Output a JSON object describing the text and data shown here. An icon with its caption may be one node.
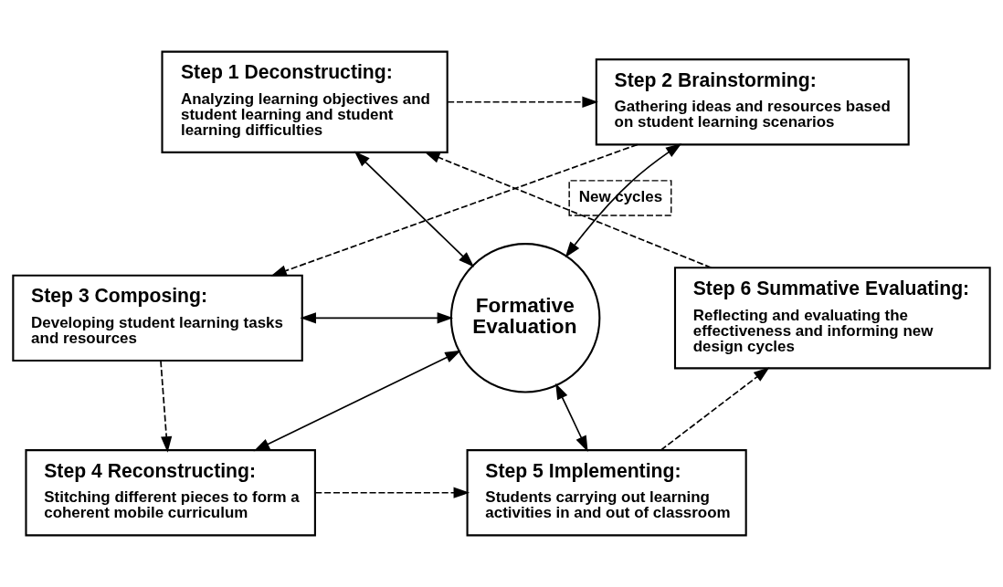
{
  "diagram": {
    "nodes": [
      {
        "text": [
          "Step 1 Deconstructing:",
          "Analyzing learning objectives and student learning and student learning difficulties"
        ]
      },
      {
        "text": [
          "Step 2 Brainstorming:",
          "Gathering ideas and resources based on student learning scenarios"
        ]
      },
      {
        "text": [
          "Step 3 Composing:",
          "Developing student learning tasks and resources"
        ]
      },
      {
        "text": [
          "Step 4 Reconstructing:",
          "Stitching different pieces to form a coherent mobile curriculum"
        ]
      },
      {
        "text": [
          "Step 5 Implementing:",
          "Students carrying out learning activities in and out of classroom"
        ]
      },
      {
        "text": [
          "Step 6 Summative Evaluating:",
          "Reflecting and evaluating the effectiveness and informing new design cycles"
        ]
      },
      {
        "text": [
          "Formative Evaluation"
        ]
      }
    ],
    "edges": [
      {
        "from": 0,
        "to": 1,
        "arrow": "to",
        "style": "dashed"
      },
      {
        "from": 1,
        "to": 2,
        "arrow": "to",
        "style": "dashed"
      },
      {
        "from": 2,
        "to": 3,
        "arrow": "to",
        "style": "dashed"
      },
      {
        "from": 3,
        "to": 4,
        "arrow": "to",
        "style": "dashed"
      },
      {
        "from": 4,
        "to": 5,
        "arrow": "to",
        "style": "dashed"
      },
      {
        "from": 5,
        "to": 0,
        "arrow": "to",
        "style": "dashed",
        "label": "New cycles"
      },
      {
        "from": 0,
        "to": 6,
        "arrow": "both"
      },
      {
        "from": 1,
        "to": 6,
        "arrow": "both"
      },
      {
        "from": 2,
        "to": 6,
        "arrow": "both"
      },
      {
        "from": 3,
        "to": 6,
        "arrow": "both"
      },
      {
        "from": 4,
        "to": 6,
        "arrow": "both"
      }
    ]
  }
}
